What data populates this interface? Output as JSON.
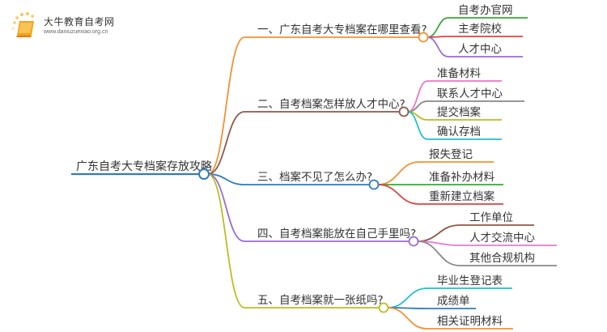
{
  "logo": {
    "icon": "book-icon",
    "title": "大牛教育自考网",
    "url": "www.daniuzuexiao.org.cn"
  },
  "mindmap": {
    "root": {
      "label": "广东自考大专档案存放攻略",
      "color": "#2e7bbf"
    },
    "branches": [
      {
        "label": "一、广东自考大专档案在哪里查看?",
        "color": "#f39233",
        "children": [
          {
            "label": "自考办官网",
            "color": "#3aa83a"
          },
          {
            "label": "主考院校",
            "color": "#e04040"
          },
          {
            "label": "人才中心",
            "color": "#9b6ccf"
          }
        ]
      },
      {
        "label": "二、自考档案怎样放人才中心?",
        "color": "#8b5a4a",
        "children": [
          {
            "label": "准备材料",
            "color": "#e87ac8"
          },
          {
            "label": "联系人才中心",
            "color": "#888888"
          },
          {
            "label": "提交档案",
            "color": "#bcbd22"
          },
          {
            "label": "确认存档",
            "color": "#1fbfcf"
          }
        ]
      },
      {
        "label": "三、档案不见了怎么办?",
        "color": "#2e7bbf",
        "children": [
          {
            "label": "报失登记",
            "color": "#f39233"
          },
          {
            "label": "准备补办材料",
            "color": "#3aa83a"
          },
          {
            "label": "重新建立档案",
            "color": "#e04040"
          }
        ]
      },
      {
        "label": "四、自考档案能放在自己手里吗?",
        "color": "#9b6ccf",
        "children": [
          {
            "label": "工作单位",
            "color": "#8b5a4a"
          },
          {
            "label": "人才交流中心",
            "color": "#e87ac8"
          },
          {
            "label": "其他合规机构",
            "color": "#888888"
          }
        ]
      },
      {
        "label": "五、自考档案就一张纸吗?",
        "color": "#bcbd22",
        "children": [
          {
            "label": "毕业生登记表",
            "color": "#1fbfcf"
          },
          {
            "label": "成绩单",
            "color": "#2e7bbf"
          },
          {
            "label": "相关证明材料",
            "color": "#f39233"
          }
        ]
      }
    ]
  }
}
